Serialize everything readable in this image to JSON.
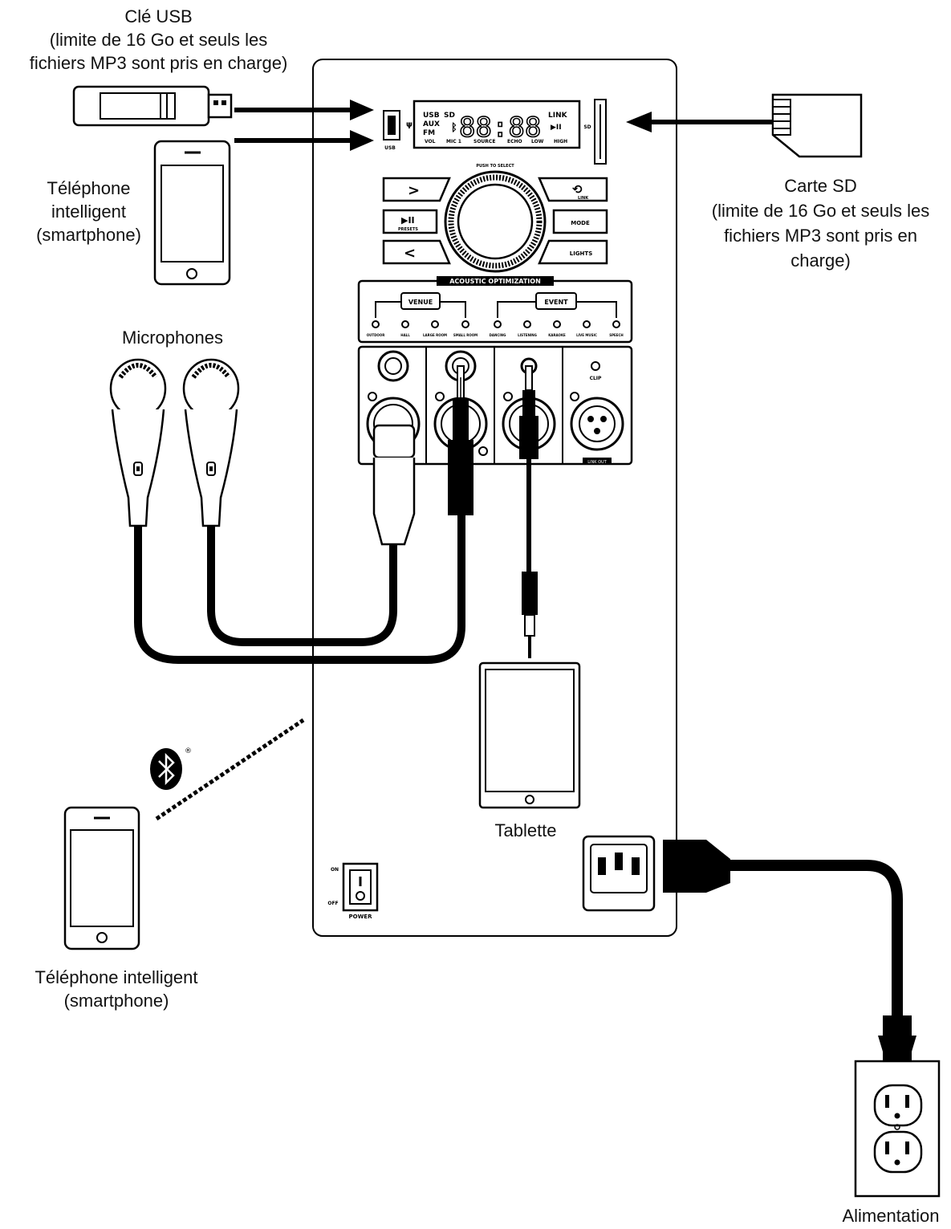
{
  "labels": {
    "usb_key": [
      "Clé USB",
      "(limite de 16 Go et seuls les",
      "fichiers MP3 sont pris en charge)"
    ],
    "sd_card": [
      "Carte SD",
      "(limite de 16 Go et seuls les",
      "fichiers MP3 sont pris en",
      "charge)"
    ],
    "smartphone_top": [
      "Téléphone",
      "intelligent",
      "(smartphone)"
    ],
    "microphones": "Microphones",
    "tablet": "Tablette",
    "smartphone_bottom": [
      "Téléphone intelligent",
      "(smartphone)"
    ],
    "power": "Alimentation"
  },
  "panel": {
    "display": {
      "left_tags": [
        "USB",
        "SD",
        "AUX",
        "FM"
      ],
      "digits": "88:88",
      "right_tags": [
        "LINK",
        "▶II"
      ],
      "bottom_tags": [
        "VOL",
        "MIC 1",
        "SOURCE",
        "ECHO",
        "LOW",
        "HIGH"
      ]
    },
    "usb_port_label": "USB",
    "sd_slot_label": "SD",
    "knob_caption": "PUSH TO SELECT",
    "buttons": {
      "next": ">",
      "play": "▶II",
      "play_sub": "PRESETS",
      "prev": "<",
      "repeat_sub": "LINK",
      "mode": "MODE",
      "lights": "LIGHTS"
    },
    "acoustic": {
      "title": "ACOUSTIC OPTIMIZATION",
      "venue": "VENUE",
      "event": "EVENT",
      "venue_options": [
        "OUTDOOR",
        "HALL",
        "LARGE ROOM",
        "SMALL ROOM"
      ],
      "event_options": [
        "DANCING",
        "LISTENING",
        "KARAOKE",
        "LIVE MUSIC",
        "SPEECH"
      ]
    },
    "inputs": {
      "clip": "CLIP",
      "link_out": "LINK OUT"
    },
    "switch": {
      "on": "ON",
      "off": "OFF",
      "label": "POWER"
    }
  },
  "bluetooth_mark": "®"
}
